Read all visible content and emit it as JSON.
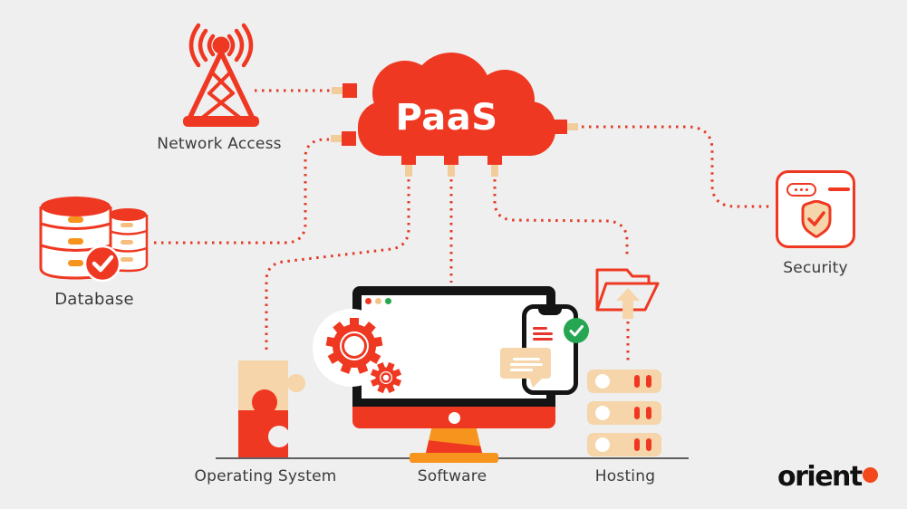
{
  "diagram": {
    "background_color": "#EFEFEF",
    "cloud": {
      "title": "PaaS",
      "color": "#EF3822",
      "text_color": "#FFFFFF"
    },
    "nodes": [
      {
        "id": "network-access",
        "label": "Network Access",
        "icon": "radio-tower-icon",
        "position": "top-left"
      },
      {
        "id": "database",
        "label": "Database",
        "icon": "database-cylinders-icon",
        "badge": "check",
        "position": "middle-left"
      },
      {
        "id": "security",
        "label": "Security",
        "icon": "shield-check-card-icon",
        "position": "middle-right"
      },
      {
        "id": "operating-system",
        "label": "Operating System",
        "icon": "puzzle-piece-icon",
        "position": "bottom-left"
      },
      {
        "id": "software",
        "label": "Software",
        "icon": "monitor-gears-phone-icon",
        "position": "bottom-center"
      },
      {
        "id": "hosting",
        "label": "Hosting",
        "icon": "folder-upload-servers-icon",
        "position": "bottom-right"
      }
    ],
    "connections": [
      {
        "from": "network-access",
        "to": "cloud",
        "style": "dotted"
      },
      {
        "from": "database",
        "to": "cloud",
        "style": "dotted"
      },
      {
        "from": "cloud",
        "to": "operating-system",
        "style": "dotted"
      },
      {
        "from": "cloud",
        "to": "software",
        "style": "dotted"
      },
      {
        "from": "cloud",
        "to": "hosting",
        "style": "dotted"
      },
      {
        "from": "cloud",
        "to": "security",
        "style": "dotted"
      },
      {
        "from": "hosting-folder",
        "to": "hosting-servers",
        "style": "dotted"
      }
    ],
    "colors": {
      "red": "#EF3822",
      "dotted_line": "#E23B27",
      "orange": "#F7941E",
      "beige": "#F5D5A9",
      "green": "#26A652",
      "label_text": "#3B3B3B"
    }
  },
  "brand": {
    "logo_text": "orient",
    "dot_color": "#F2481B"
  }
}
